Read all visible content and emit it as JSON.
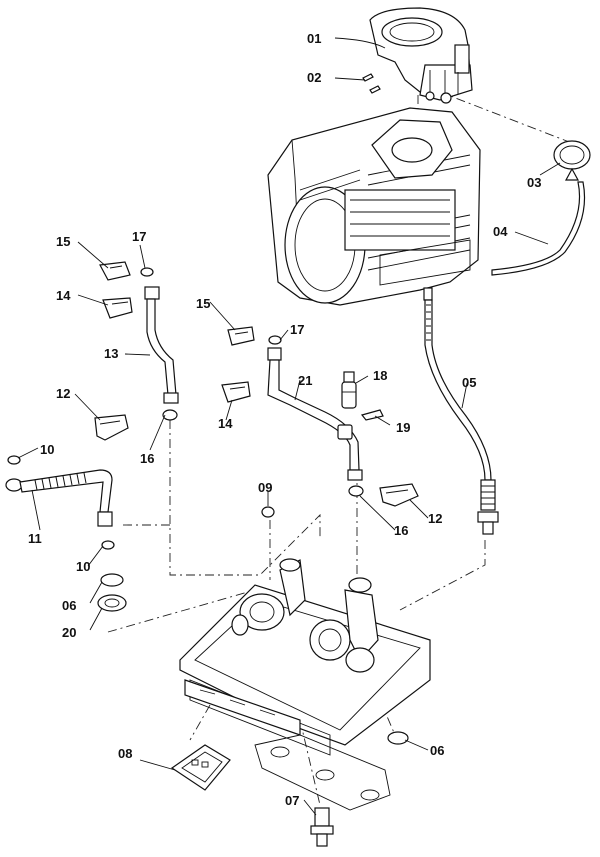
{
  "labels": {
    "p01": "01",
    "p02": "02",
    "p03": "03",
    "p04": "04",
    "p05": "05",
    "p06a": "06",
    "p06b": "06",
    "p07": "07",
    "p08": "08",
    "p09": "09",
    "p10a": "10",
    "p10b": "10",
    "p11": "11",
    "p12a": "12",
    "p12b": "12",
    "p13": "13",
    "p14a": "14",
    "p14b": "14",
    "p15a": "15",
    "p15b": "15",
    "p16a": "16",
    "p16b": "16",
    "p17a": "17",
    "p17b": "17",
    "p18": "18",
    "p19": "19",
    "p20": "20",
    "p21": "21"
  }
}
